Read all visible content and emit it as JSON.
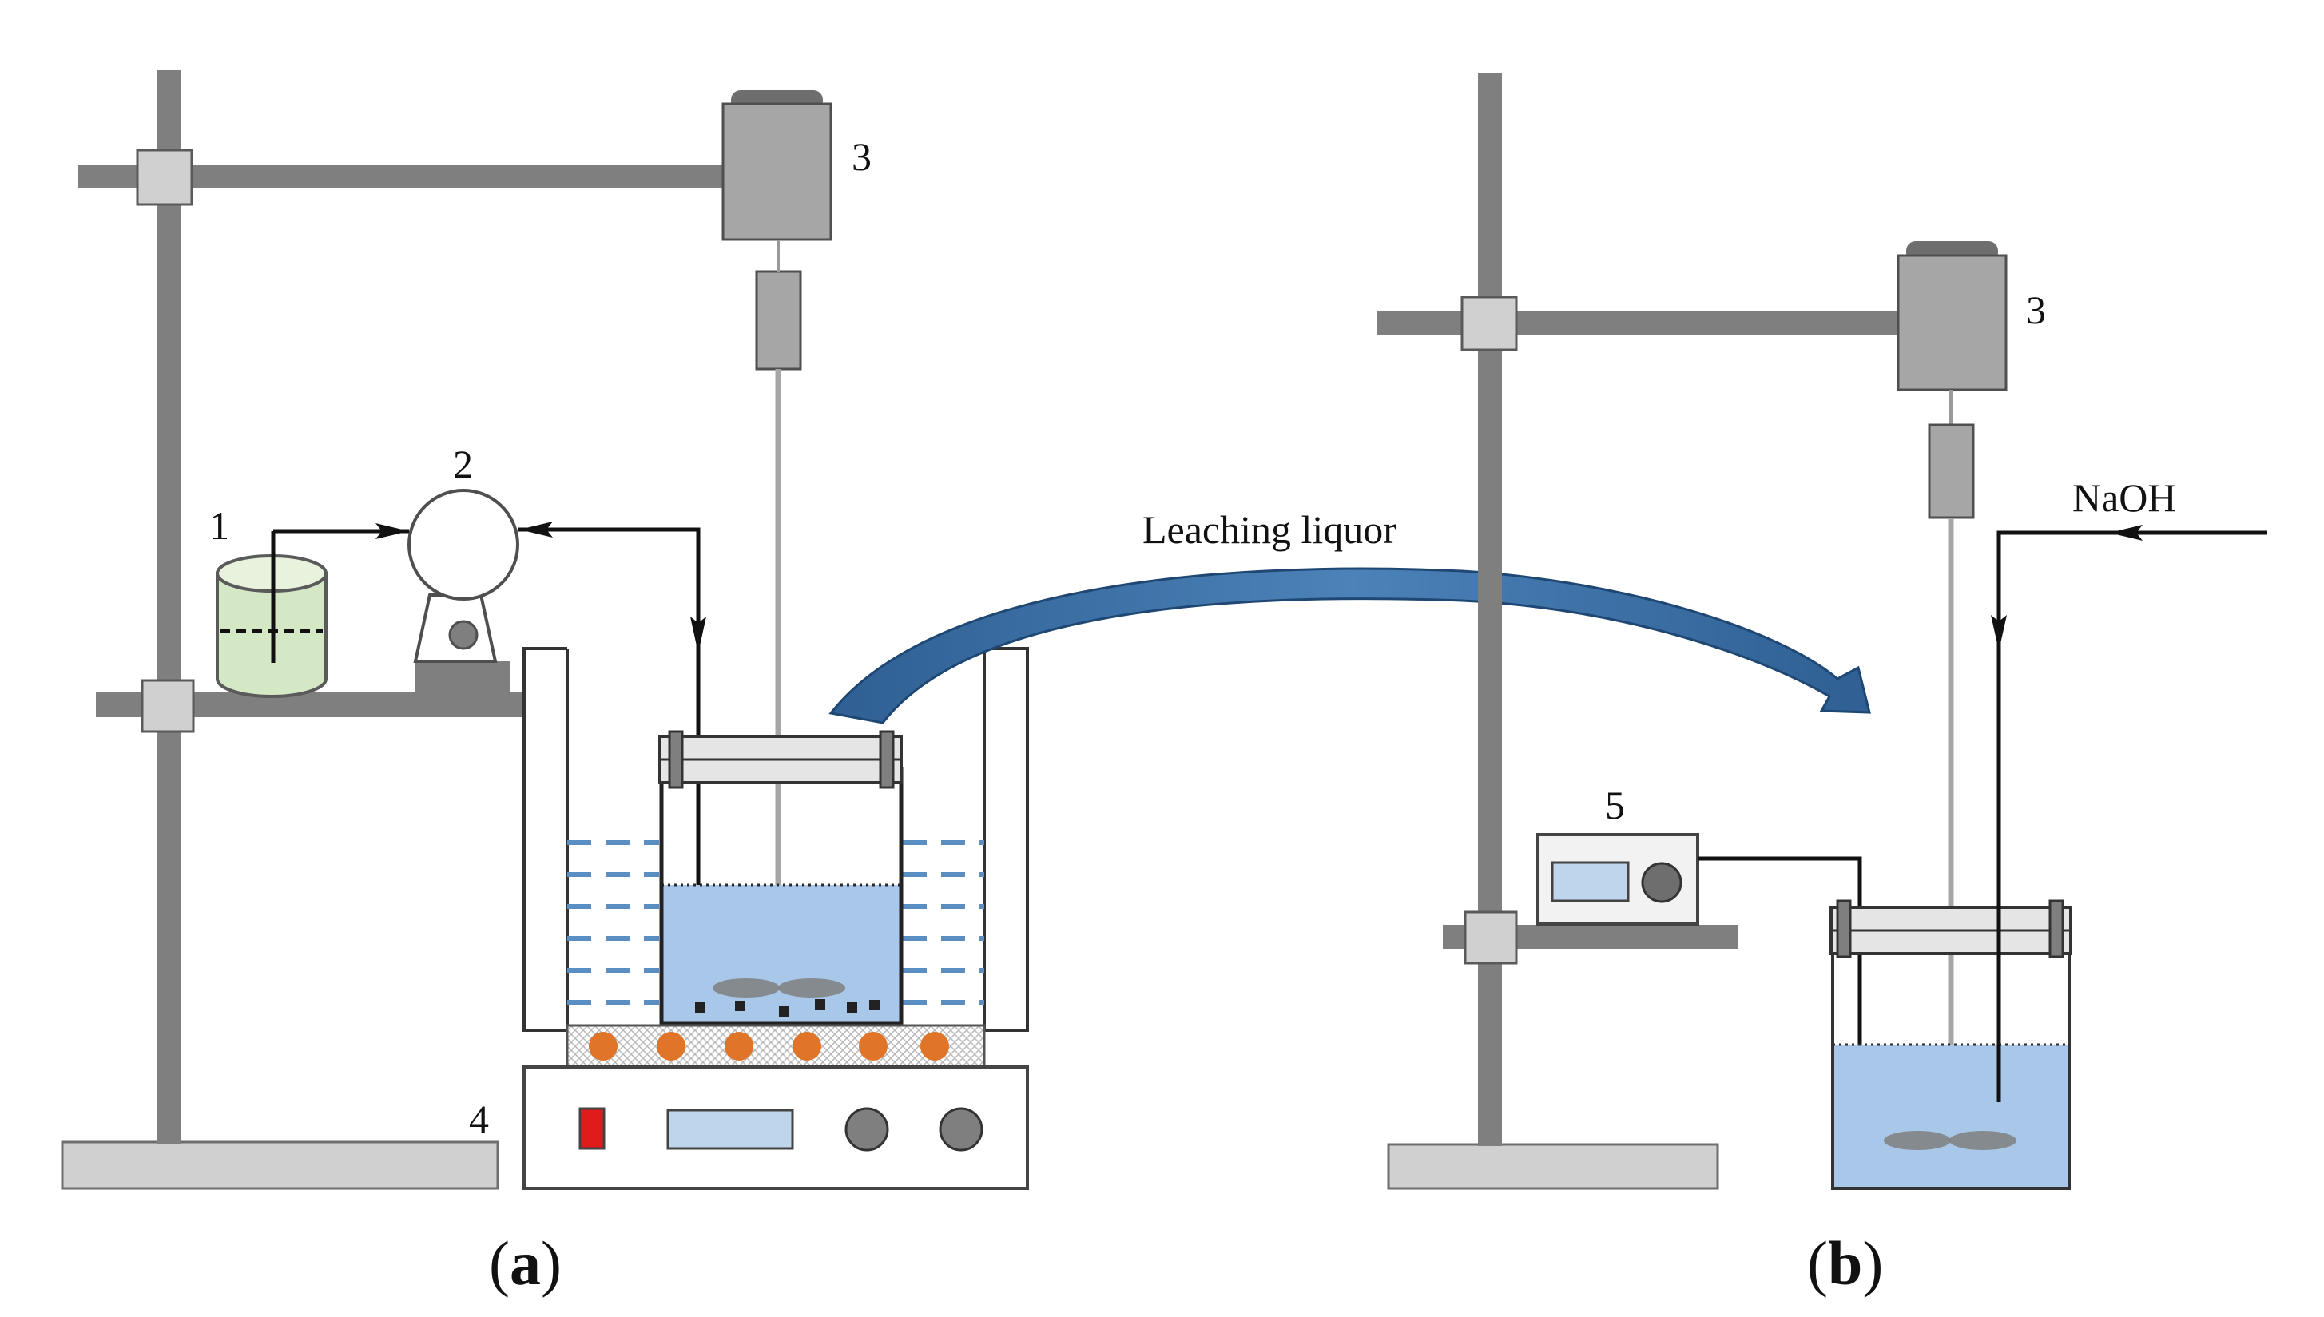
{
  "labels": {
    "beaker": "1",
    "pump": "2",
    "stirrer_a": "3",
    "stirrer_b": "3",
    "heater": "4",
    "controller": "5",
    "transfer": "Leaching liquor",
    "naoh": "NaOH"
  },
  "captions": {
    "a_open": "(",
    "a_letter": "a",
    "a_close": ")",
    "b_open": "(",
    "b_letter": "b",
    "b_close": ")"
  },
  "colors": {
    "stand": "#7f7f7f",
    "clamp": "#d0d0d0",
    "motor": "#a6a6a6",
    "liquid": "#a9c7e8",
    "beaker_fill": "#d5e8c6",
    "heater_dot": "#e07428",
    "arrow": "#3b6fa3",
    "panel_display": "#bed5ec",
    "switch": "#e01b1b"
  }
}
